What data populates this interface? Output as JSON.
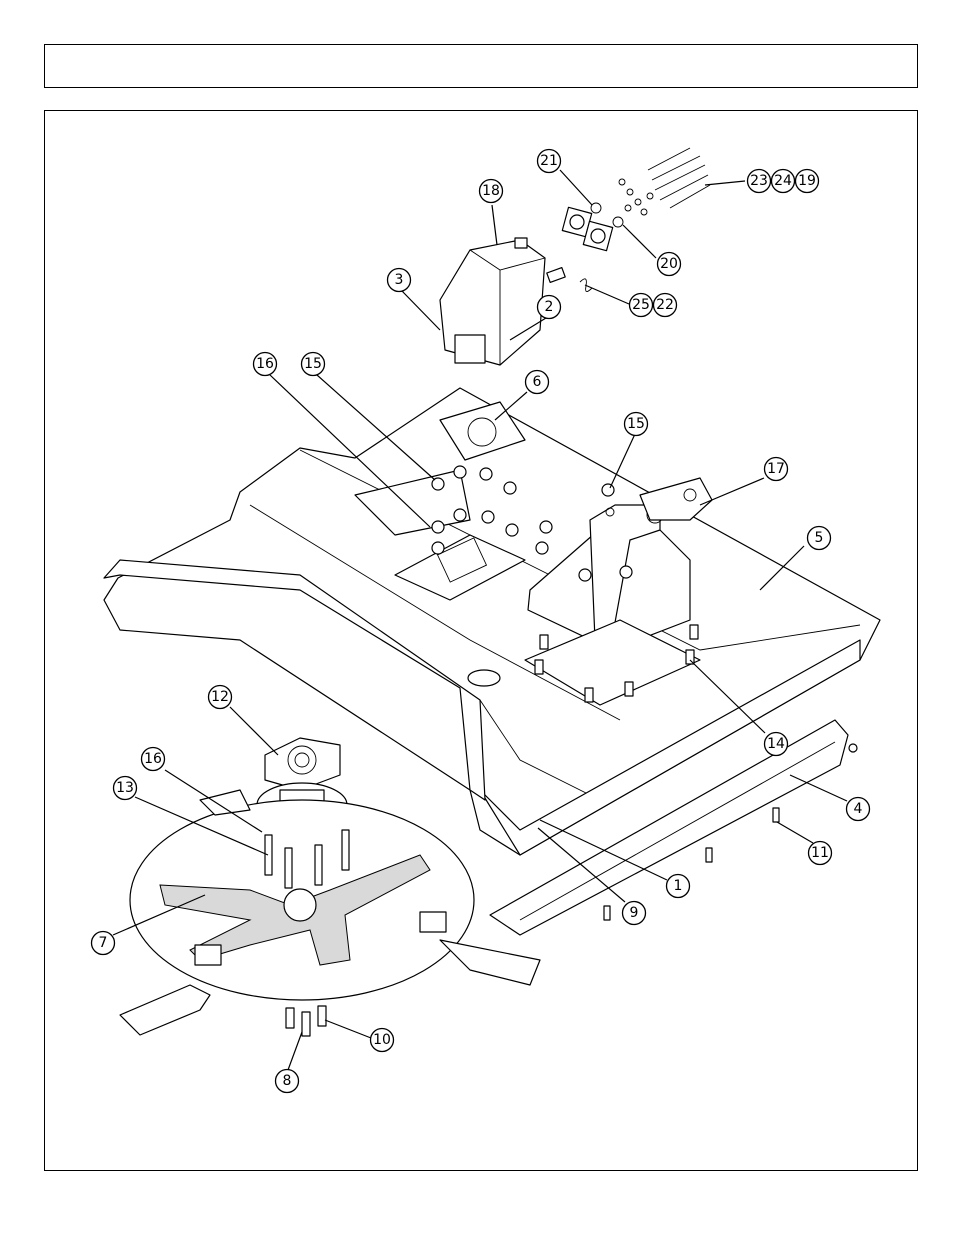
{
  "header": {
    "title": ""
  },
  "colors": {
    "line": "#000000",
    "shade": "#d9d9d9",
    "background": "#ffffff"
  },
  "callouts": [
    {
      "id": "c21",
      "label": "21"
    },
    {
      "id": "c18",
      "label": "18"
    },
    {
      "id": "c23",
      "label": "23"
    },
    {
      "id": "c24",
      "label": "24"
    },
    {
      "id": "c19",
      "label": "19"
    },
    {
      "id": "c20",
      "label": "20"
    },
    {
      "id": "c3",
      "label": "3"
    },
    {
      "id": "c25",
      "label": "25"
    },
    {
      "id": "c22",
      "label": "22"
    },
    {
      "id": "c2",
      "label": "2"
    },
    {
      "id": "c16a",
      "label": "16"
    },
    {
      "id": "c15a",
      "label": "15"
    },
    {
      "id": "c6",
      "label": "6"
    },
    {
      "id": "c15b",
      "label": "15"
    },
    {
      "id": "c17",
      "label": "17"
    },
    {
      "id": "c5",
      "label": "5"
    },
    {
      "id": "c12",
      "label": "12"
    },
    {
      "id": "c14",
      "label": "14"
    },
    {
      "id": "c16b",
      "label": "16"
    },
    {
      "id": "c13",
      "label": "13"
    },
    {
      "id": "c4",
      "label": "4"
    },
    {
      "id": "c11",
      "label": "11"
    },
    {
      "id": "c1",
      "label": "1"
    },
    {
      "id": "c9",
      "label": "9"
    },
    {
      "id": "c7",
      "label": "7"
    },
    {
      "id": "c10",
      "label": "10"
    },
    {
      "id": "c8",
      "label": "8"
    }
  ]
}
